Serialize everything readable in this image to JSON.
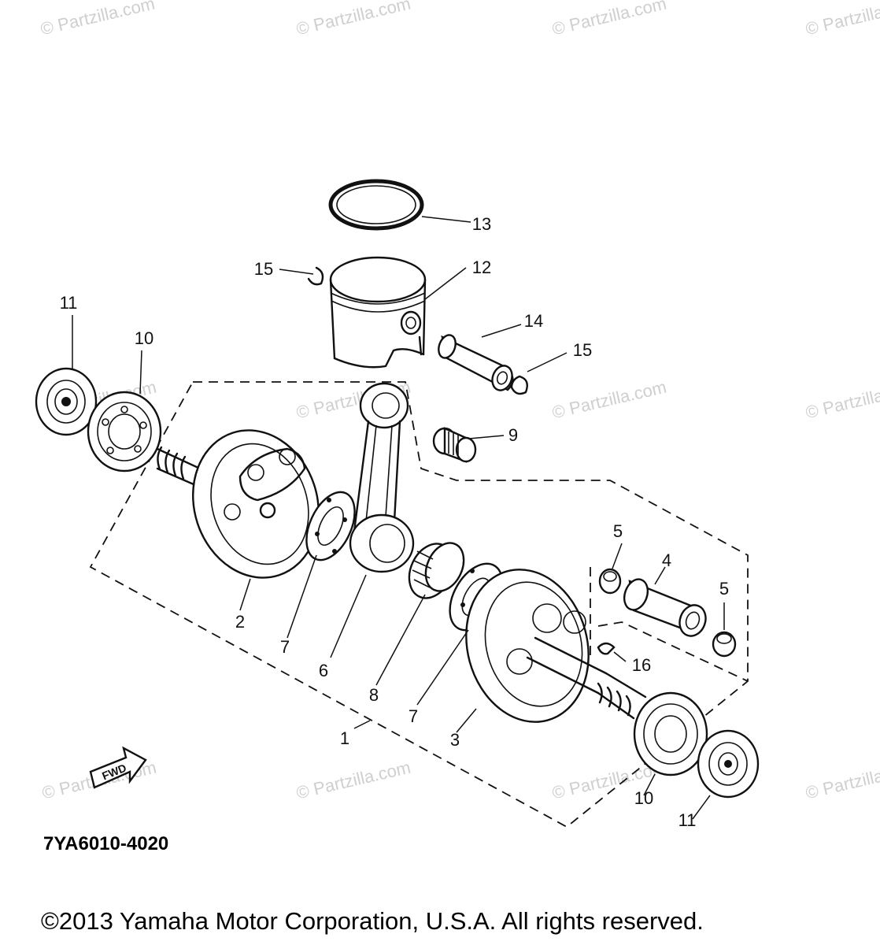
{
  "watermark_text": "© Partzilla.com",
  "diagram_code": "7YA6010-4020",
  "copyright": "©2013  Yamaha Motor Corporation, U.S.A. All rights reserved.",
  "fwd_arrow_label": "FWD",
  "callouts": [
    {
      "id": "c1",
      "label": "1"
    },
    {
      "id": "c2",
      "label": "2"
    },
    {
      "id": "c3",
      "label": "3"
    },
    {
      "id": "c4",
      "label": "4"
    },
    {
      "id": "c5a",
      "label": "5"
    },
    {
      "id": "c5b",
      "label": "5"
    },
    {
      "id": "c6",
      "label": "6"
    },
    {
      "id": "c7a",
      "label": "7"
    },
    {
      "id": "c7b",
      "label": "7"
    },
    {
      "id": "c8",
      "label": "8"
    },
    {
      "id": "c9",
      "label": "9"
    },
    {
      "id": "c10a",
      "label": "10"
    },
    {
      "id": "c10b",
      "label": "10"
    },
    {
      "id": "c11a",
      "label": "11"
    },
    {
      "id": "c11b",
      "label": "11"
    },
    {
      "id": "c12",
      "label": "12"
    },
    {
      "id": "c13",
      "label": "13"
    },
    {
      "id": "c14",
      "label": "14"
    },
    {
      "id": "c15a",
      "label": "15"
    },
    {
      "id": "c15b",
      "label": "15"
    },
    {
      "id": "c16",
      "label": "16"
    }
  ]
}
